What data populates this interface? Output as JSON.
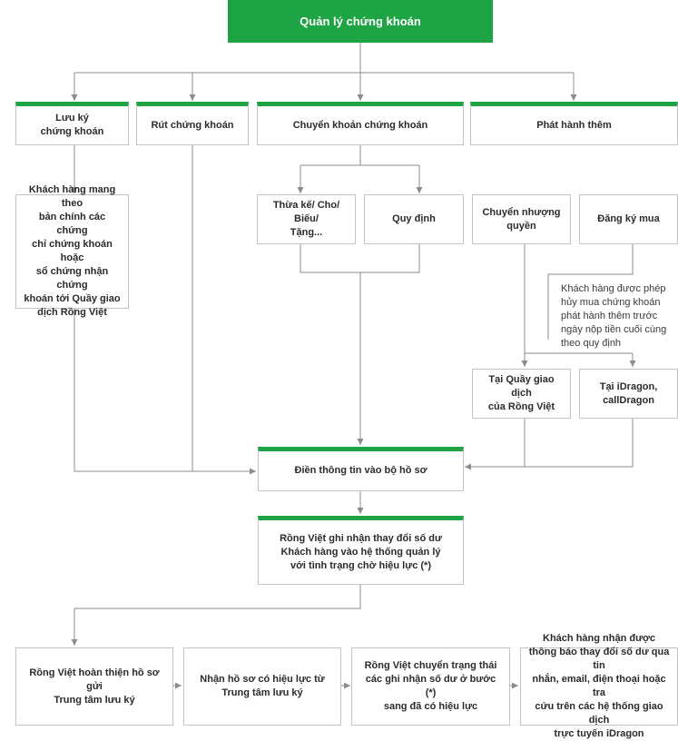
{
  "root": "Quản lý chứng khoán",
  "branches": {
    "luu_ky": "Lưu ký\nchứng khoán",
    "rut": "Rút chứng khoán",
    "chuyen_khoan": "Chuyển khoản chứng khoán",
    "phat_hanh": "Phát hành thêm"
  },
  "luu_ky_detail": "Khách hàng mang theo\nbản chính các chứng\nchỉ chứng khoán hoặc\nsổ chứng nhận chứng\nkhoán tới Quầy giao\ndịch Rồng Việt",
  "transfer_options": {
    "thua_ke": "Thừa kế/ Cho/ Biếu/\nTặng...",
    "quy_dinh": "Quy định"
  },
  "issuance_options": {
    "chuyen_nhuong": "Chuyển nhượng\nquyền",
    "dang_ky_mua": "Đăng ký mua"
  },
  "cancel_note": "Khách hàng được phép\nhủy mua chứng khoán\nphát hành thêm trước\nngày nộp tiền cuối cùng\ntheo quy định",
  "channels": {
    "quay": "Tại Quầy giao dịch\ncủa Rồng Việt",
    "online": "Tại iDragon,\ncallDragon"
  },
  "fill_form": "Điền thông tin vào bộ hồ sơ",
  "record": "Rồng Việt ghi nhận thay đổi số dư\nKhách hàng vào hệ thống quản lý\nvới tình trạng chờ hiệu lực (*)",
  "final_steps": [
    "Rồng Việt hoàn thiện hồ sơ gửi\nTrung tâm lưu ký",
    "Nhận hồ sơ có hiệu lực từ\nTrung tâm lưu ký",
    "Rồng Việt chuyển trạng thái\ncác ghi nhận số dư ở bước (*)\nsang đã có hiệu lực",
    "Khách hàng nhận được\nthông báo thay đổi số dư qua tin\nnhắn, email, điện thoại hoặc tra\ncứu trên các hệ thống giao dịch\ntrực tuyến iDragon"
  ],
  "colors": {
    "accent": "#1ea345",
    "line": "#8c8c8c",
    "border": "#c4c4c4"
  }
}
